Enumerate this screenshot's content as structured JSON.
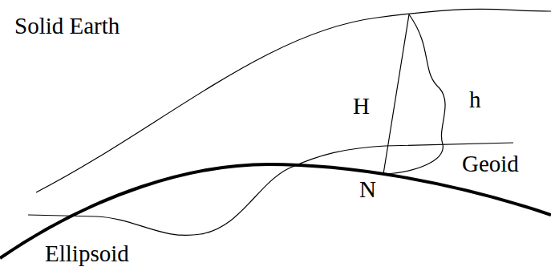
{
  "diagram": {
    "labels": [
      "Solid Earth",
      "H",
      "h",
      "N",
      "Geoid",
      "Ellipsoid"
    ]
  }
}
